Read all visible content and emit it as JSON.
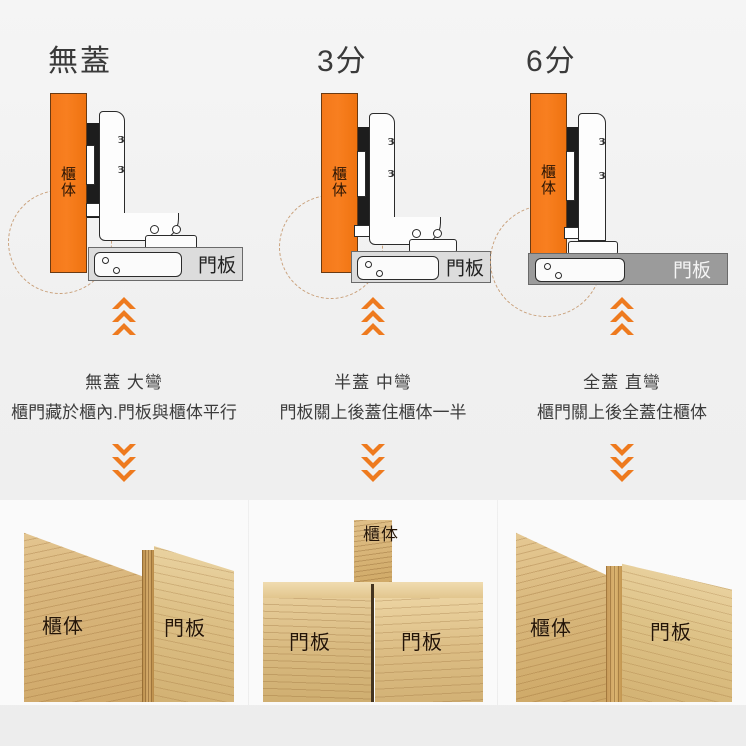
{
  "columns": [
    {
      "id": "no-overlay",
      "heading": "無蓋",
      "diagram": {
        "cabinet_label_line1": "櫃",
        "cabinet_label_line2": "体",
        "door_label": "門板",
        "door_plate_shade": "light"
      },
      "caption_line1": "無蓋 大彎",
      "caption_line2": "櫃門藏於櫃內.門板與櫃体平行",
      "photo": {
        "labels": [
          "櫃体",
          "門板"
        ],
        "style": "inset-corner"
      }
    },
    {
      "id": "half-overlay",
      "heading": "3分",
      "diagram": {
        "cabinet_label_line1": "櫃",
        "cabinet_label_line2": "体",
        "door_label": "門板",
        "door_plate_shade": "light"
      },
      "caption_line1": "半蓋 中彎",
      "caption_line2": "門板關上後蓋住櫃体一半",
      "photo": {
        "labels": [
          "櫃体",
          "門板",
          "門板"
        ],
        "style": "center-divider"
      }
    },
    {
      "id": "full-overlay",
      "heading": "6分",
      "diagram": {
        "cabinet_label_line1": "櫃",
        "cabinet_label_line2": "体",
        "door_label": "門板",
        "door_plate_shade": "dark"
      },
      "caption_line1": "全蓋 直彎",
      "caption_line2": "櫃門關上後全蓋住櫃体",
      "photo": {
        "labels": [
          "櫃体",
          "門板"
        ],
        "style": "overlay-corner"
      }
    }
  ],
  "icons": {
    "chevron_up": "chevrons-up-icon",
    "chevron_down": "chevrons-down-icon",
    "swing_arc": "door-swing-arc-icon"
  },
  "colors": {
    "cabinet_orange": "#f4781a",
    "chevron_orange": "#ee7a1e",
    "door_plate_light": "#dcdcdc",
    "door_plate_dark": "#9b9b9b",
    "background": "#f2f2f2",
    "text": "#3c3c3c",
    "arc_dash": "#c9a07a",
    "wood_light": "#e3c389",
    "wood_mid": "#cfa45f"
  }
}
